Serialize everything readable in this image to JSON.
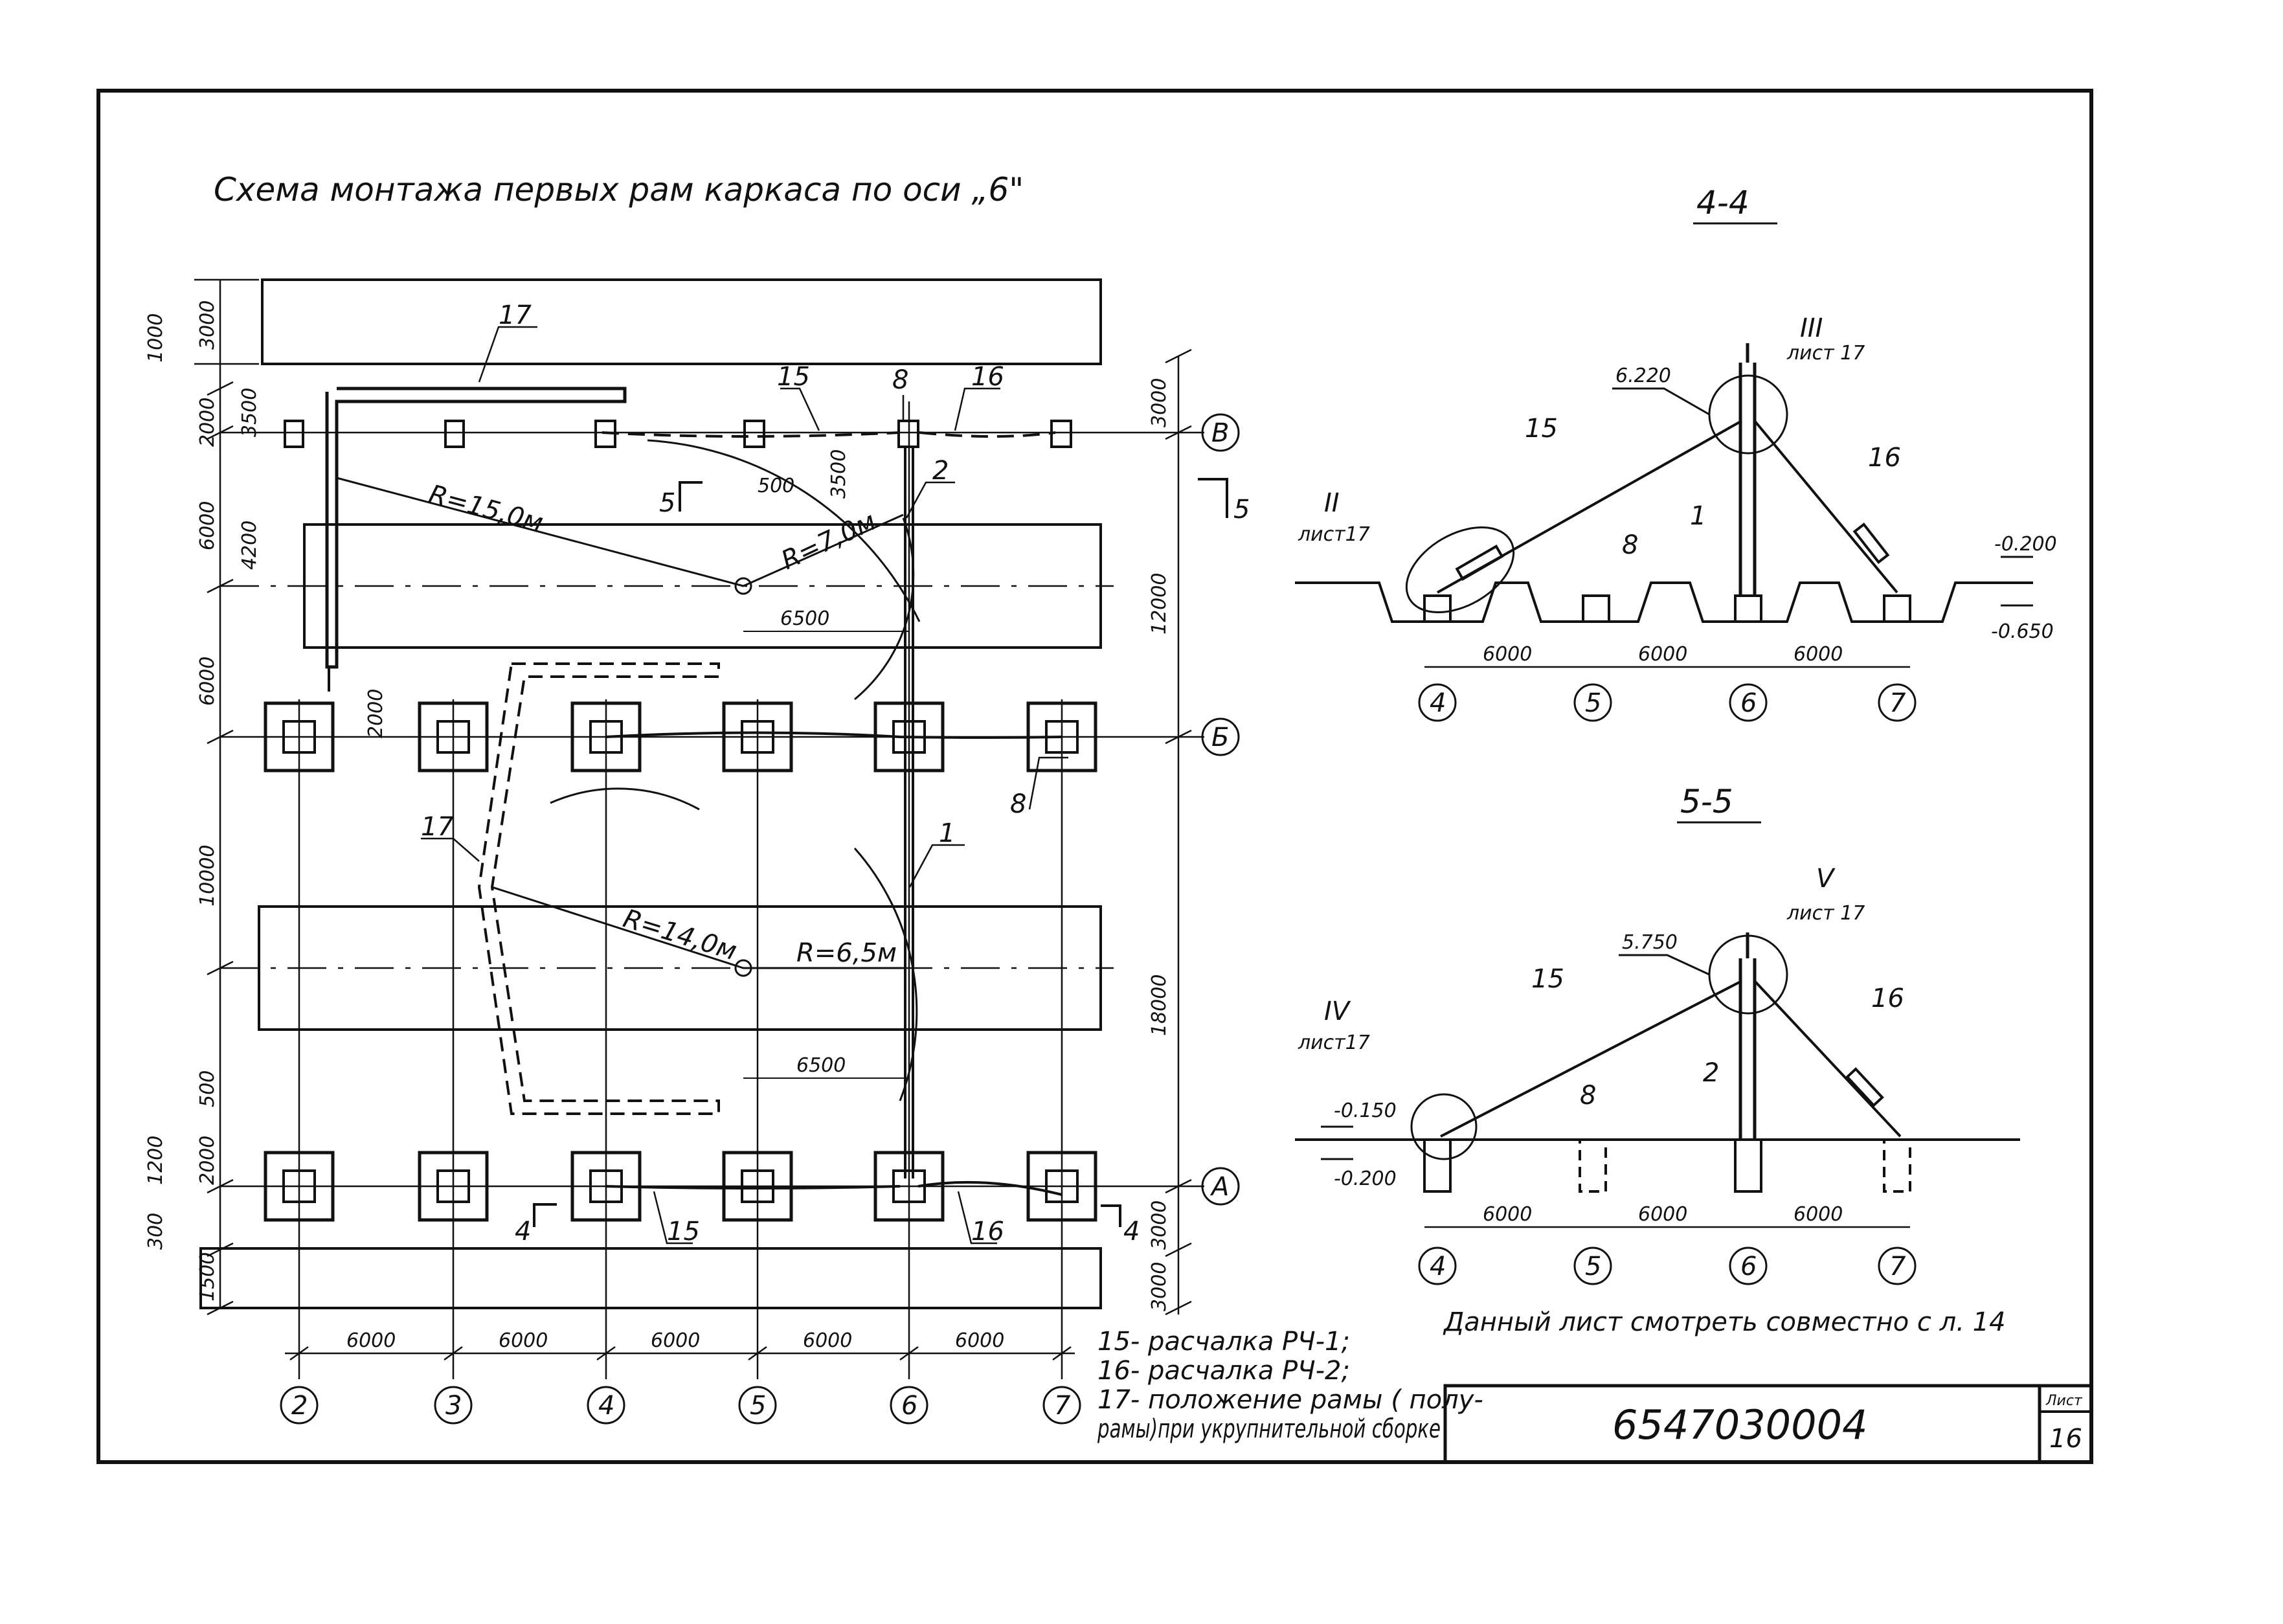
{
  "title": "Схема монтажа первых рам каркаса по оси „6\"",
  "section_4": {
    "title": "4-4",
    "node_top": "III",
    "node_top_ref": "лист 17",
    "node_left": "II",
    "node_left_ref": "лист17",
    "elev_top": "6.220",
    "elev_right_1": "-0.200",
    "elev_right_2": "-0.650",
    "brace_left": "15",
    "brace_right": "16",
    "column": "1",
    "footing": "8",
    "spans": [
      "6000",
      "6000",
      "6000"
    ],
    "axes": [
      "4",
      "5",
      "6",
      "7"
    ]
  },
  "section_5": {
    "title": "5-5",
    "node_top": "V",
    "node_top_ref": "лист 17",
    "node_left": "IV",
    "node_left_ref": "лист17",
    "elev_top": "5.750",
    "elev_left_1": "-0.150",
    "elev_left_2": "-0.200",
    "brace_left": "15",
    "brace_right": "16",
    "column": "2",
    "footing": "8",
    "spans": [
      "6000",
      "6000",
      "6000"
    ],
    "axes": [
      "4",
      "5",
      "6",
      "7"
    ]
  },
  "plan": {
    "axes_bottom": [
      "2",
      "3",
      "4",
      "5",
      "6",
      "7"
    ],
    "axes_right": [
      "В",
      "Б",
      "А"
    ],
    "spans_bottom": [
      "6000",
      "6000",
      "6000",
      "6000",
      "6000"
    ],
    "dims_right": [
      "3000",
      "12000",
      "18000",
      "3000",
      "3000"
    ],
    "dims_left": [
      "3000",
      "1000",
      "2000",
      "3500",
      "6000",
      "4200",
      "6000",
      "10000",
      "500",
      "2000",
      "1200",
      "300",
      "1500"
    ],
    "dim_2000_frame": "2000",
    "dim_500": "500",
    "dim_3500": "3500",
    "dim_6500_top": "6500",
    "dim_6500_bot": "6500",
    "r_15": "R=15,0м",
    "r_7": "R=7,0м",
    "r_14": "R=14,0м",
    "r_65": "R=6,5м",
    "sec5_mark": "5",
    "sec5_mark_r": "5",
    "sec4_mark": "4",
    "sec4_mark_r": "4",
    "leaders": {
      "l17_top": "17",
      "l15_top": "15",
      "l8_top": "8",
      "l16_top": "16",
      "l2": "2",
      "l8_mid": "8",
      "l17_mid": "17",
      "l1": "1",
      "l15_bot": "15",
      "l16_bot": "16"
    }
  },
  "legend": [
    "15- расчалка РЧ-1;",
    "16- расчалка РЧ-2;",
    "17- положение рамы ( полу-",
    "рамы)при укрупнительной сборке"
  ],
  "note": "Данный лист смотреть совместно с л. 14",
  "stamp": {
    "code": "6547030004",
    "sheet_label": "Лист",
    "sheet_no": "16"
  }
}
